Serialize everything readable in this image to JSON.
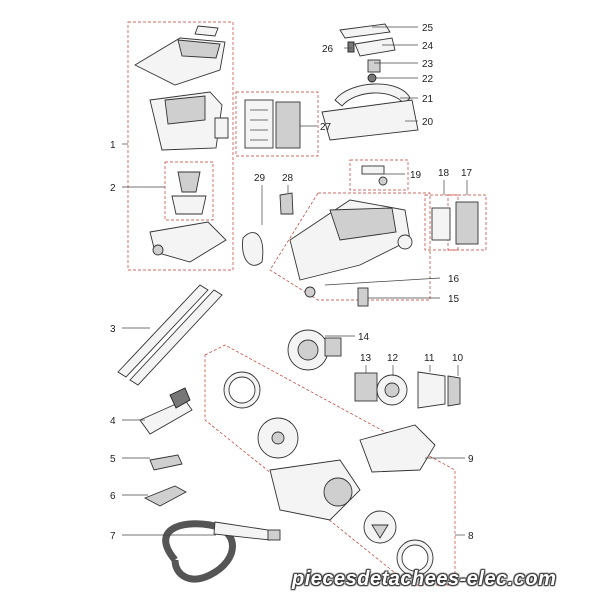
{
  "part_numbers": {
    "p1": "1",
    "p2": "2",
    "p3": "3",
    "p4": "4",
    "p5": "5",
    "p6": "6",
    "p7": "7",
    "p8": "8",
    "p9": "9",
    "p10": "10",
    "p11": "11",
    "p12": "12",
    "p13": "13",
    "p14": "14",
    "p15": "15",
    "p16": "16",
    "p17": "17",
    "p18": "18",
    "p19": "19",
    "p20": "20",
    "p21": "21",
    "p22": "22",
    "p23": "23",
    "p24": "24",
    "p25": "25",
    "p26": "26",
    "p27": "27",
    "p28": "28",
    "p29": "29"
  },
  "watermark": "piecesdetachees-elec.com",
  "colors": {
    "group_border": "#c0392b",
    "line": "#333333"
  }
}
